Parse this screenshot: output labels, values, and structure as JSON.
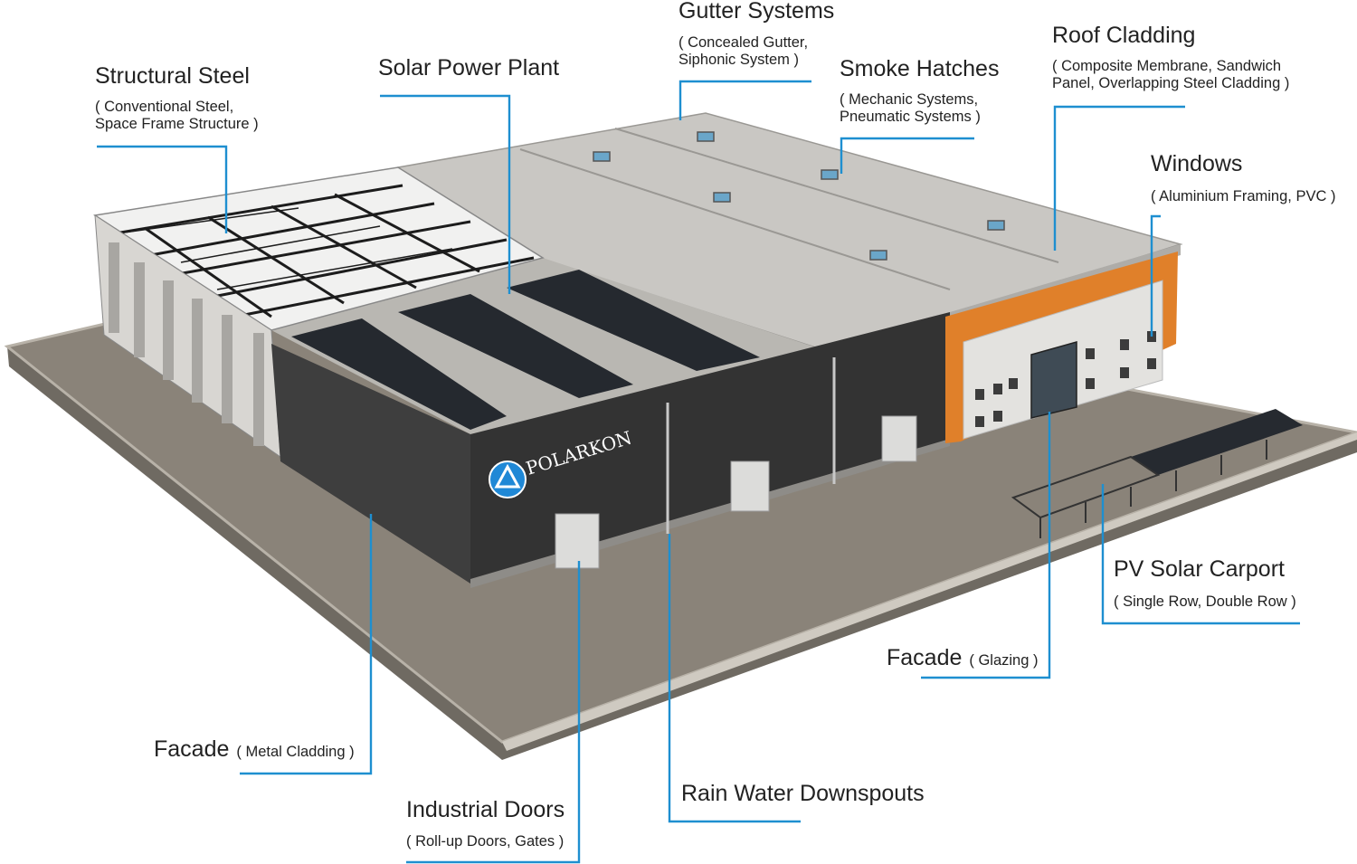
{
  "building": {
    "brand_name": "POLARKON",
    "colors": {
      "ground": "#8a8379",
      "ground_edge": "#b8b2a8",
      "wall_dark": "#3e3e3e",
      "roof_light": "#c9c7c3",
      "solar_panel": "#25292f",
      "accent_orange": "#e0802a",
      "leader_blue": "#1e8fd0",
      "logo_blue": "#1f88d6"
    }
  },
  "labels": {
    "structural_steel": {
      "title": "Structural Steel",
      "sub": "( Conventional Steel,\nSpace Frame Structure )"
    },
    "solar_power_plant": {
      "title": "Solar Power Plant"
    },
    "gutter_systems": {
      "title": "Gutter Systems",
      "sub": "( Concealed Gutter,\nSiphonic System )"
    },
    "smoke_hatches": {
      "title": "Smoke Hatches",
      "sub": "( Mechanic Systems,\nPneumatic Systems )"
    },
    "roof_cladding": {
      "title": "Roof Cladding",
      "sub": "( Composite Membrane, Sandwich\nPanel, Overlapping Steel Cladding )"
    },
    "windows": {
      "title": "Windows",
      "sub": "( Aluminium Framing, PVC )"
    },
    "pv_solar_carport": {
      "title": "PV Solar Carport",
      "sub": "( Single Row, Double Row )"
    },
    "facade_glazing": {
      "title": "Facade",
      "sub": "( Glazing )"
    },
    "facade_metal": {
      "title": "Facade",
      "sub": "( Metal Cladding )"
    },
    "industrial_doors": {
      "title": "Industrial Doors",
      "sub": "( Roll-up Doors, Gates )"
    },
    "rain_water": {
      "title": "Rain Water Downspouts"
    }
  }
}
